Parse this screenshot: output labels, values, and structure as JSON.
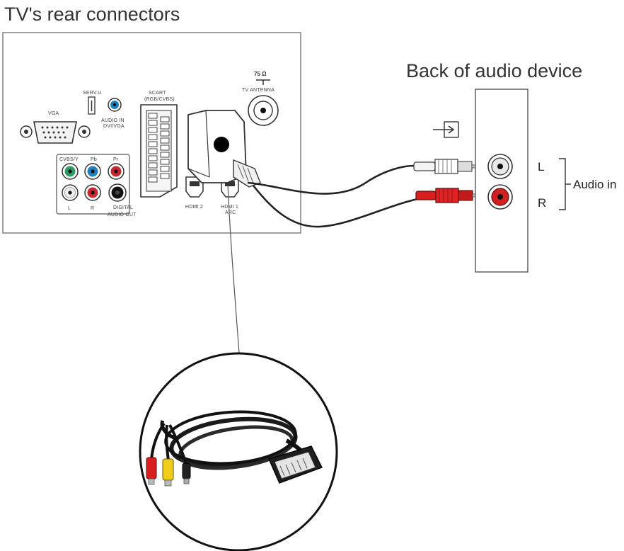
{
  "titles": {
    "tv_panel": "TV's rear connectors",
    "audio_device": "Back of audio device"
  },
  "tv_ports": {
    "vga": "VGA",
    "service": "SERV.U",
    "audio_in": "AUDIO IN",
    "audio_in_sub": "DVI/VGA",
    "scart": "SCART",
    "scart_sub": "(RGB/CVBS)",
    "antenna_ohm": "75 Ω",
    "antenna": "TV ANTENNA",
    "cvbs": "CVBS/Y",
    "pb": "Pb",
    "pr": "Pr",
    "left": "L",
    "right": "R",
    "digital_audio_out_1": "DIGITAL",
    "digital_audio_out_2": "AUDIO OUT",
    "hdmi2": "HDMI 2",
    "hdmi1": "HDMI 1",
    "hdmi1_sub": "ARC"
  },
  "audio_device": {
    "left_label": "L",
    "right_label": "R",
    "group_label": "Audio in"
  },
  "colors": {
    "panel_border": "#777777",
    "cable": "#222222",
    "red_plug": "#d81e1e",
    "white_plug": "#f4f4f4",
    "yellow_plug": "#f2cc1a",
    "green_port": "#2e9a63",
    "blue_port": "#1f7fbf",
    "red_port": "#c8282d"
  }
}
